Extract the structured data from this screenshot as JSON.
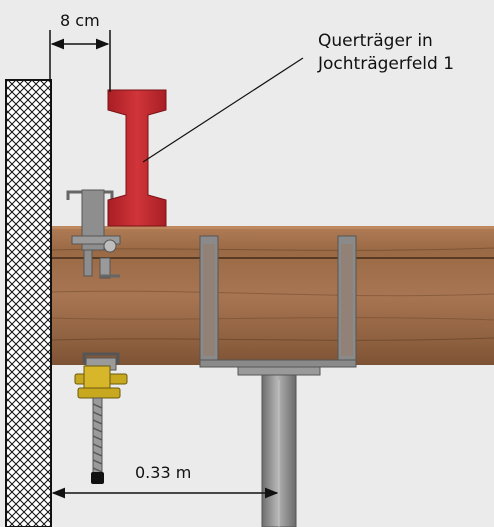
{
  "labels": {
    "top_dimension": "8 cm",
    "bottom_dimension": "0.33 m",
    "callout_line1": "Querträger in",
    "callout_line2": "Jochträgerfeld 1"
  },
  "colors": {
    "background": "#ebebeb",
    "wall_hatch": "#111111",
    "beam_wood": "#9a6a45",
    "cross_beam": "#c42a30",
    "steel": "#8e8e8e",
    "jack_nut": "#c8a81e"
  },
  "icons": {
    "wall": "cross-hatched-wall",
    "wooden_beam": "timber-beam",
    "cross_beam": "i-beam-profile",
    "clamp": "beam-clamp",
    "fork_head": "u-fork-head",
    "jack": "screw-jack"
  }
}
